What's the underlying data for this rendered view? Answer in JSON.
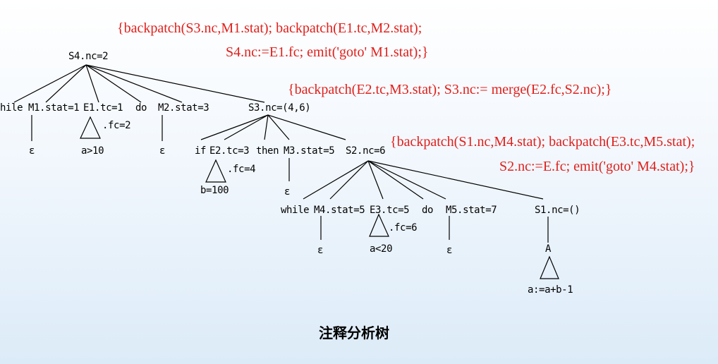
{
  "annotations": [
    "{backpatch(S3.nc,M1.stat); backpatch(E1.tc,M2.stat);",
    "S4.nc:=E1.fc; emit('goto' M1.stat);}",
    "{backpatch(E2.tc,M3.stat); S3.nc:= merge(E2.fc,S2.nc);}",
    "{backpatch(S1.nc,M4.stat); backpatch(E3.tc,M5.stat);",
    "S2.nc:=E.fc; emit('goto' M4.stat);}"
  ],
  "nodes": {
    "s4": "S4.nc=2",
    "while1": "hile",
    "m1": "M1.stat=1",
    "e1tc": "E1.tc=1",
    "do1": "do",
    "m2": "M2.stat=3",
    "s3": "S3.nc=(4,6)",
    "eps1": "ε",
    "e1fc": ".fc=2",
    "e1expr": "a>10",
    "eps2": "ε",
    "if": "if",
    "e2tc": "E2.tc=3",
    "then": "then",
    "m3": "M3.stat=5",
    "s2": "S2.nc=6",
    "e2fc": ".fc=4",
    "e2expr": "b=100",
    "eps3": "ε",
    "while2": "while",
    "m4": "M4.stat=5",
    "e3tc": "E3.tc=5",
    "do2": "do",
    "m5": "M5.stat=7",
    "s1": "S1.nc=()",
    "e3fc": ".fc=6",
    "eps4": "ε",
    "e3expr": "a<20",
    "eps5": "ε",
    "a": "A",
    "aexpr": "a:=a+b-1"
  },
  "caption": "注释分析树"
}
